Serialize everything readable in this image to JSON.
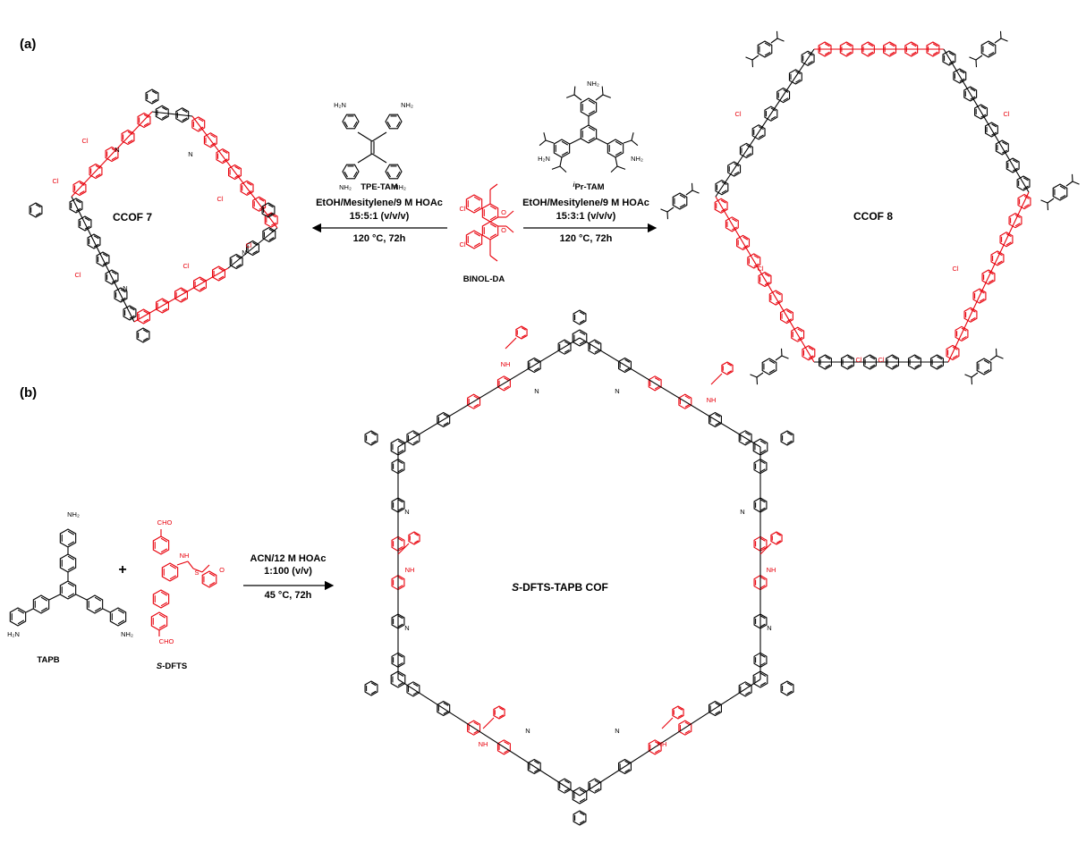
{
  "panel_a": {
    "label": "(a)",
    "left_product": "CCOF 7",
    "right_product": "CCOF 8",
    "center_monomer": "BINOL-DA",
    "left_monomer": "TPE-TAM",
    "right_monomer_prefix": "i",
    "right_monomer": "Pr-TAM",
    "left_conditions": [
      "EtOH/Mesitylene/9 M HOAc",
      "15:5:1 (v/v/v)",
      "120 °C, 72h"
    ],
    "right_conditions": [
      "EtOH/Mesitylene/9 M HOAc",
      "15:3:1 (v/v/v)",
      "120 °C, 72h"
    ]
  },
  "panel_b": {
    "label": "(b)",
    "monomer_1": "TAPB",
    "monomer_2_prefix": "S",
    "monomer_2": "-DFTS",
    "plus": "+",
    "conditions": [
      "ACN/12 M HOAc",
      "1:100 (v/v)",
      "45 °C, 72h"
    ],
    "product_prefix": "S",
    "product": "-DFTS-TAPB COF"
  },
  "atoms": {
    "nh2": "NH₂",
    "h2n": "H₂N",
    "cho": "CHO",
    "cl": "Cl",
    "o": "O",
    "n": "N",
    "nh": "NH",
    "so2": "S",
    "oxo": "O"
  },
  "colors": {
    "framework": "#000000",
    "chiral_unit": "#e8000b"
  }
}
